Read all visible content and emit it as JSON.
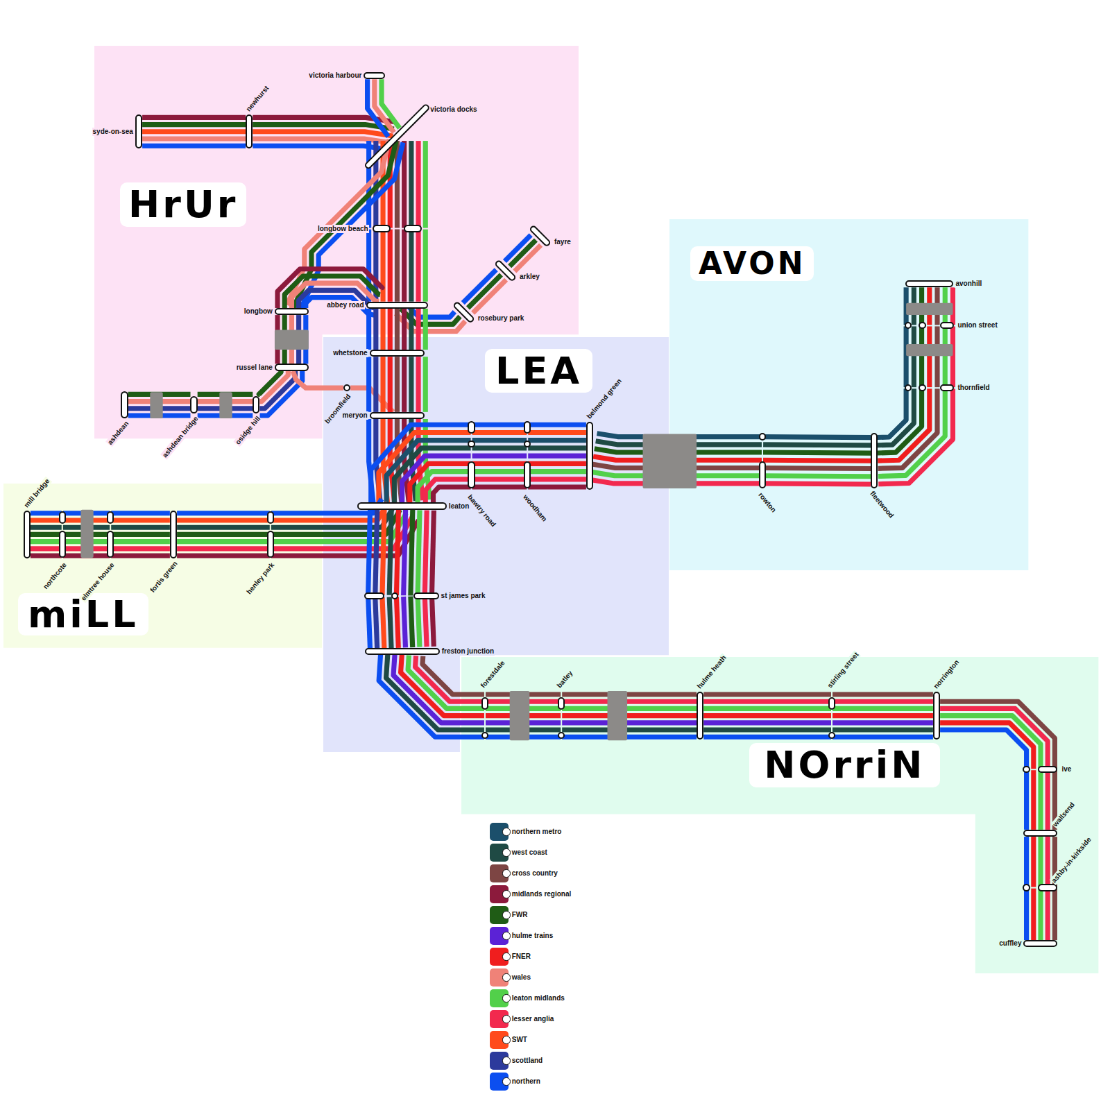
{
  "diagram": {
    "nodes": [
      {
        "text": [
          "HrUr"
        ]
      },
      {
        "text": [
          "victoria harbour"
        ],
        "in": 0
      },
      {
        "text": [
          "syde-on-sea"
        ],
        "in": 0
      },
      {
        "text": [
          "newhurst"
        ],
        "in": 0
      },
      {
        "text": [
          "victoria docks"
        ],
        "in": 0
      },
      {
        "text": [
          "longbow beach"
        ],
        "in": 0
      },
      {
        "text": [
          "fayre"
        ],
        "in": 0
      },
      {
        "text": [
          "arkley"
        ],
        "in": 0
      },
      {
        "text": [
          "abbey road"
        ],
        "in": 0
      },
      {
        "text": [
          "longbow"
        ],
        "in": 0
      },
      {
        "text": [
          "rosebury park"
        ],
        "in": 0
      },
      {
        "text": [
          "russel lane"
        ],
        "in": 0
      },
      {
        "text": [
          "ashdean"
        ],
        "in": 0
      },
      {
        "text": [
          "ashdean bridge"
        ],
        "in": 0
      },
      {
        "text": [
          "osidge hill"
        ],
        "in": 0
      },
      {
        "text": [
          "AVON"
        ]
      },
      {
        "text": [
          "avonhill"
        ],
        "in": 15
      },
      {
        "text": [
          "union street"
        ],
        "in": 15
      },
      {
        "text": [
          "thornfield"
        ],
        "in": 15
      },
      {
        "text": [
          "rowton"
        ],
        "in": 15
      },
      {
        "text": [
          "fleetwood"
        ],
        "in": 15
      },
      {
        "text": [
          "LEA"
        ]
      },
      {
        "text": [
          "whetstone"
        ],
        "in": 21
      },
      {
        "text": [
          "broomfield"
        ],
        "in": 21
      },
      {
        "text": [
          "meryon"
        ],
        "in": 21
      },
      {
        "text": [
          "belmond green"
        ],
        "in": 21
      },
      {
        "text": [
          "bawtry road"
        ],
        "in": 21
      },
      {
        "text": [
          "woodham"
        ],
        "in": 21
      },
      {
        "text": [
          "leaton"
        ],
        "in": 21
      },
      {
        "text": [
          "st james park"
        ],
        "in": 21
      },
      {
        "text": [
          "freston junction"
        ],
        "in": 21
      },
      {
        "text": [
          "miLL"
        ]
      },
      {
        "text": [
          "mill bridge"
        ],
        "in": 31
      },
      {
        "text": [
          "northcote"
        ],
        "in": 31
      },
      {
        "text": [
          "elmtree house"
        ],
        "in": 31
      },
      {
        "text": [
          "fortis green"
        ],
        "in": 31
      },
      {
        "text": [
          "henley park"
        ],
        "in": 31
      },
      {
        "text": [
          "NOrriN"
        ]
      },
      {
        "text": [
          "forestdale"
        ],
        "in": 37
      },
      {
        "text": [
          "batley"
        ],
        "in": 37
      },
      {
        "text": [
          "hulme heath"
        ],
        "in": 37
      },
      {
        "text": [
          "stirling street"
        ],
        "in": 37
      },
      {
        "text": [
          "norrington"
        ],
        "in": 37
      },
      {
        "text": [
          "ive"
        ],
        "in": 37
      },
      {
        "text": [
          "wallsend"
        ],
        "in": 37
      },
      {
        "text": [
          "ashby-in-kirkside"
        ],
        "in": 37
      },
      {
        "text": [
          "cuffley"
        ],
        "in": 37
      }
    ],
    "edges": [
      {
        "from": 2,
        "to": 3,
        "arrow": "none"
      },
      {
        "from": 3,
        "to": 4,
        "arrow": "none"
      },
      {
        "from": 1,
        "to": 4,
        "arrow": "none"
      },
      {
        "from": 4,
        "to": 5,
        "arrow": "none"
      },
      {
        "from": 5,
        "to": 8,
        "arrow": "none"
      },
      {
        "from": 4,
        "to": 9,
        "arrow": "none"
      },
      {
        "from": 9,
        "to": 8,
        "arrow": "none"
      },
      {
        "from": 9,
        "to": 11,
        "arrow": "none"
      },
      {
        "from": 11,
        "to": 14,
        "arrow": "none"
      },
      {
        "from": 14,
        "to": 13,
        "arrow": "none"
      },
      {
        "from": 13,
        "to": 12,
        "arrow": "none"
      },
      {
        "from": 11,
        "to": 23,
        "arrow": "none"
      },
      {
        "from": 23,
        "to": 24,
        "arrow": "none"
      },
      {
        "from": 8,
        "to": 10,
        "arrow": "none"
      },
      {
        "from": 10,
        "to": 7,
        "arrow": "none"
      },
      {
        "from": 7,
        "to": 6,
        "arrow": "none"
      },
      {
        "from": 8,
        "to": 22,
        "arrow": "none"
      },
      {
        "from": 22,
        "to": 24,
        "arrow": "none"
      },
      {
        "from": 24,
        "to": 28,
        "arrow": "none"
      },
      {
        "from": 28,
        "to": 26,
        "arrow": "none"
      },
      {
        "from": 26,
        "to": 27,
        "arrow": "none"
      },
      {
        "from": 27,
        "to": 25,
        "arrow": "none"
      },
      {
        "from": 25,
        "to": 19,
        "arrow": "none"
      },
      {
        "from": 19,
        "to": 20,
        "arrow": "none"
      },
      {
        "from": 20,
        "to": 18,
        "arrow": "none"
      },
      {
        "from": 18,
        "to": 17,
        "arrow": "none"
      },
      {
        "from": 17,
        "to": 16,
        "arrow": "none"
      },
      {
        "from": 28,
        "to": 36,
        "arrow": "none"
      },
      {
        "from": 36,
        "to": 35,
        "arrow": "none"
      },
      {
        "from": 35,
        "to": 34,
        "arrow": "none"
      },
      {
        "from": 34,
        "to": 33,
        "arrow": "none"
      },
      {
        "from": 33,
        "to": 32,
        "arrow": "none"
      },
      {
        "from": 28,
        "to": 29,
        "arrow": "none"
      },
      {
        "from": 29,
        "to": 30,
        "arrow": "none"
      },
      {
        "from": 30,
        "to": 38,
        "arrow": "none"
      },
      {
        "from": 38,
        "to": 39,
        "arrow": "none"
      },
      {
        "from": 39,
        "to": 40,
        "arrow": "none"
      },
      {
        "from": 40,
        "to": 41,
        "arrow": "none"
      },
      {
        "from": 41,
        "to": 42,
        "arrow": "none"
      },
      {
        "from": 42,
        "to": 43,
        "arrow": "none"
      },
      {
        "from": 43,
        "to": 44,
        "arrow": "none"
      },
      {
        "from": 44,
        "to": 45,
        "arrow": "none"
      },
      {
        "from": 45,
        "to": 46,
        "arrow": "none"
      }
    ],
    "legend": [
      {
        "text": "northern metro",
        "color": "#1b4f6b"
      },
      {
        "text": "west coast",
        "color": "#1f4a44"
      },
      {
        "text": "cross country",
        "color": "#7d4543"
      },
      {
        "text": "midlands regional",
        "color": "#8c1a3c"
      },
      {
        "text": "FWR",
        "color": "#1f5c15"
      },
      {
        "text": "hulme trains",
        "color": "#5b22d6"
      },
      {
        "text": "FNER",
        "color": "#f01e1e"
      },
      {
        "text": "wales",
        "color": "#f08278"
      },
      {
        "text": "leaton midlands",
        "color": "#52d04a"
      },
      {
        "text": "lesser anglia",
        "color": "#f2294e"
      },
      {
        "text": "SWT",
        "color": "#ff4a1c"
      },
      {
        "text": "scottland",
        "color": "#2c3a9c"
      },
      {
        "text": "northern",
        "color": "#0b4ef0"
      }
    ]
  }
}
